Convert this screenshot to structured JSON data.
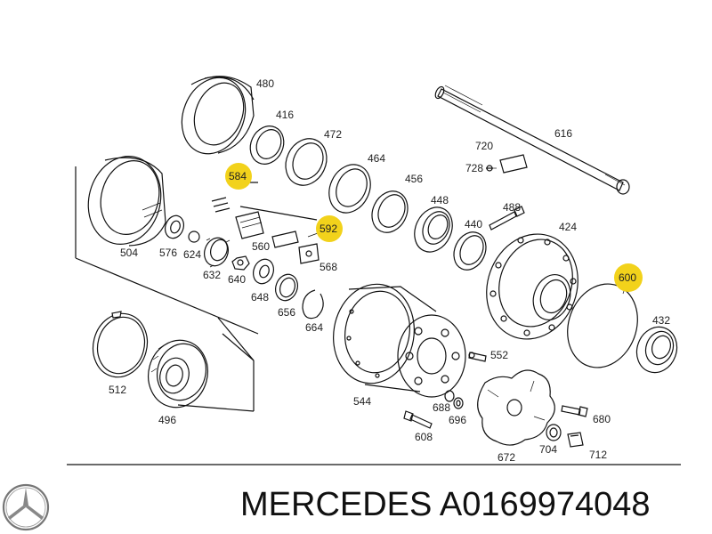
{
  "brand_text": "MERCEDES",
  "part_number": "A0169974048",
  "highlight_color": "#f2d21b",
  "labels": {
    "p480": "480",
    "p416": "416",
    "p472": "472",
    "p464": "464",
    "p456": "456",
    "p448": "448",
    "p440": "440",
    "p488": "488",
    "p424": "424",
    "p616": "616",
    "p720": "720",
    "p728": "728",
    "p584": "584",
    "p592": "592",
    "p560": "560",
    "p568": "568",
    "p504": "504",
    "p576": "576",
    "p624": "624",
    "p632": "632",
    "p640": "640",
    "p648": "648",
    "p656": "656",
    "p664": "664",
    "p600": "600",
    "p432": "432",
    "p544": "544",
    "p552": "552",
    "p688": "688",
    "p696": "696",
    "p608": "608",
    "p680": "680",
    "p672": "672",
    "p704": "704",
    "p712": "712",
    "p512": "512",
    "p496": "496"
  }
}
